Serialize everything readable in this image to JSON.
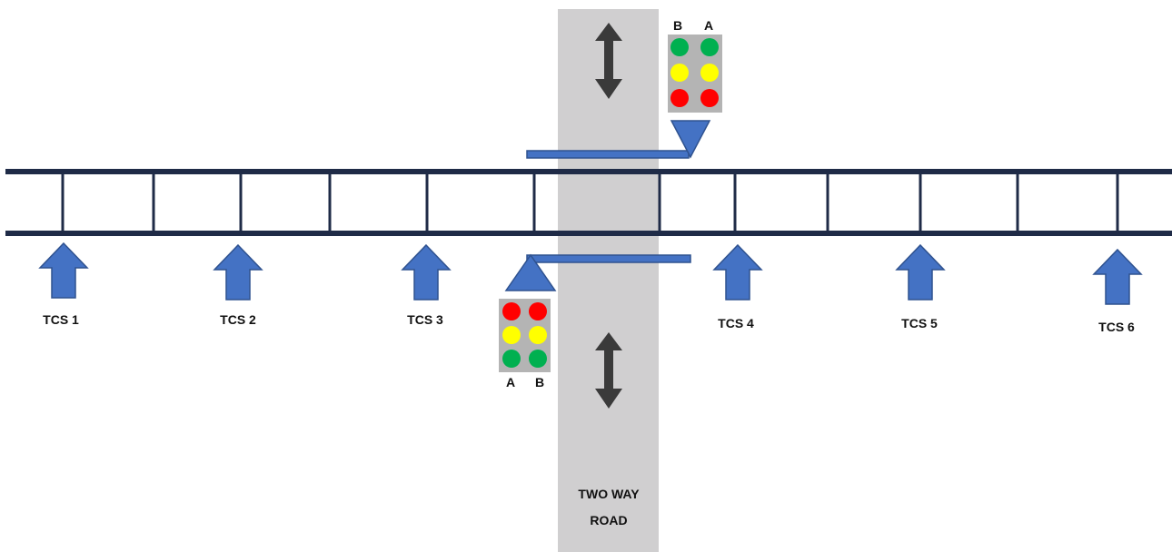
{
  "road": {
    "line1": "TWO WAY",
    "line2": "ROAD"
  },
  "stations": [
    "TCS 1",
    "TCS 2",
    "TCS 3",
    "TCS 4",
    "TCS 5",
    "TCS 6"
  ],
  "signals": {
    "upper": {
      "left_label": "B",
      "right_label": "A",
      "rows": [
        "green",
        "yellow",
        "red"
      ]
    },
    "lower": {
      "left_label": "A",
      "right_label": "B",
      "rows": [
        "red",
        "yellow",
        "green"
      ]
    }
  },
  "colors": {
    "track": "#1f2b47",
    "road": "#d0cfd0",
    "arrow_fill": "#4472c4",
    "arrow_stroke": "#2f528f",
    "double_arrow": "#3a3a3a",
    "signal_box": "#b4b4b4",
    "light_green": "#00b050",
    "light_yellow": "#ffff00",
    "light_red": "#ff0000"
  }
}
